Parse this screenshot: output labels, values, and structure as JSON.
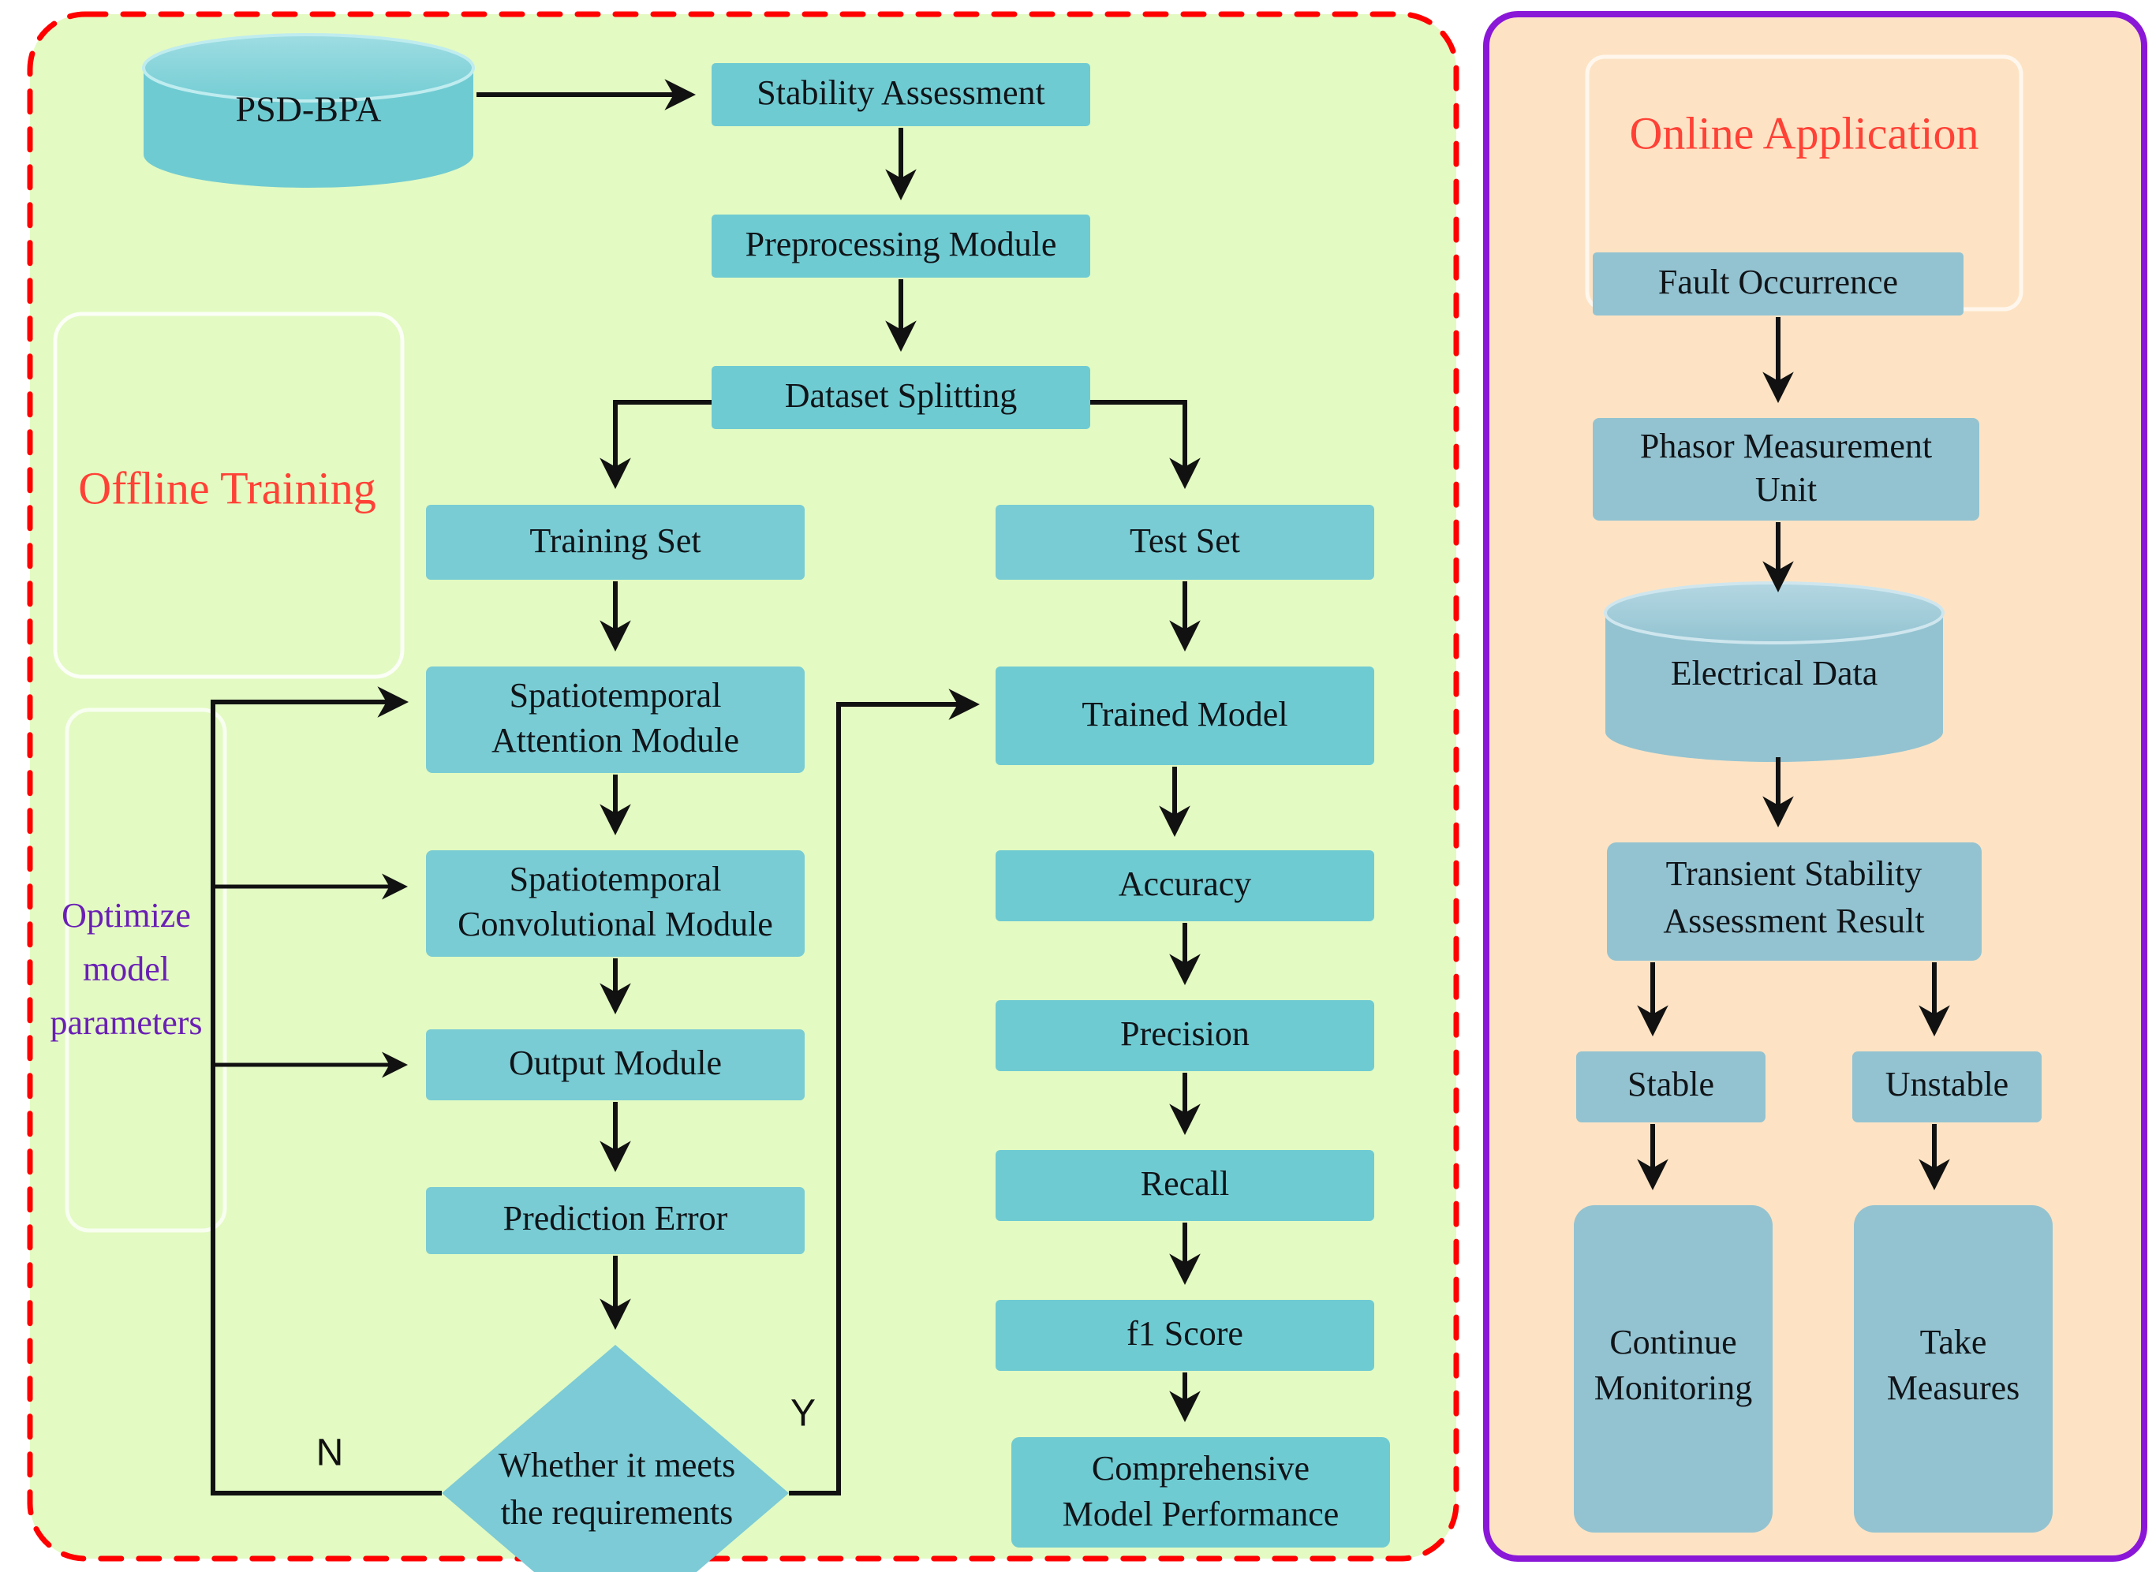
{
  "figure": {
    "type": "flowchart",
    "panels": [
      {
        "id": "offline",
        "title": "Offline Training",
        "title_color": "#FF4136",
        "background_color": "#E3FAC2",
        "border_color": "#FF0000",
        "border_style": "dashed"
      },
      {
        "id": "online",
        "title": "Online Application",
        "title_color": "#FF4136",
        "background_color": "#FDE3C4",
        "border_color": "#8A17D8",
        "border_style": "solid"
      }
    ]
  },
  "colors": {
    "offline_node_fill": "#6FCBD2",
    "offline_node_fill_alt": "#79CCD4",
    "online_node_fill": "#93C3D1",
    "decision_fill": "#7CCBD6",
    "arrow_color": "#111111",
    "note_color": "#6A1FB5",
    "accent_red": "#FF4136",
    "accent_purple": "#8A17D8"
  },
  "offline": {
    "title": "Offline Training",
    "note": {
      "line1": "Optimize",
      "line2": "model",
      "line3": "parameters"
    },
    "nodes": {
      "psd_bpa": {
        "label": "PSD-BPA",
        "shape": "cylinder"
      },
      "stability_assessment": {
        "label": "Stability Assessment",
        "shape": "rect"
      },
      "preprocessing_module": {
        "label": "Preprocessing Module",
        "shape": "rect"
      },
      "dataset_splitting": {
        "label": "Dataset Splitting",
        "shape": "rect"
      },
      "training_set": {
        "label": "Training Set",
        "shape": "rect"
      },
      "test_set": {
        "label": "Test Set",
        "shape": "rect"
      },
      "attention_module": {
        "label_line1": "Spatiotemporal",
        "label_line2": "Attention Module",
        "shape": "rect"
      },
      "convolutional_module": {
        "label_line1": "Spatiotemporal",
        "label_line2": "Convolutional Module",
        "shape": "rect"
      },
      "output_module": {
        "label": "Output Module",
        "shape": "rect"
      },
      "prediction_error": {
        "label": "Prediction Error",
        "shape": "rect"
      },
      "decision": {
        "label_line1": "Whether it meets",
        "label_line2": "the requirements",
        "shape": "diamond"
      },
      "trained_model": {
        "label": "Trained Model",
        "shape": "rect"
      },
      "accuracy": {
        "label": "Accuracy",
        "shape": "rect"
      },
      "precision": {
        "label": "Precision",
        "shape": "rect"
      },
      "recall": {
        "label": "Recall",
        "shape": "rect"
      },
      "f1_score": {
        "label": "f1 Score",
        "shape": "rect"
      },
      "comprehensive": {
        "label_line1": "Comprehensive",
        "label_line2": "Model Performance",
        "shape": "rect"
      }
    },
    "branch_labels": {
      "no": "N",
      "yes": "Y"
    }
  },
  "online": {
    "title": "Online Application",
    "nodes": {
      "fault_occurrence": {
        "label": "Fault Occurrence",
        "shape": "rect"
      },
      "pmu": {
        "label_line1": "Phasor Measurement",
        "label_line2": "Unit",
        "shape": "rect"
      },
      "electrical_data": {
        "label": "Electrical Data",
        "shape": "cylinder"
      },
      "tsa_result": {
        "label_line1": "Transient Stability",
        "label_line2": "Assessment Result",
        "shape": "rect"
      },
      "stable": {
        "label": "Stable",
        "shape": "rect"
      },
      "unstable": {
        "label": "Unstable",
        "shape": "rect"
      },
      "continue_monitoring": {
        "label_line1": "Continue",
        "label_line2": "Monitoring",
        "shape": "rect"
      },
      "take_measures": {
        "label_line1": "Take",
        "label_line2": "Measures",
        "shape": "rect"
      }
    }
  }
}
